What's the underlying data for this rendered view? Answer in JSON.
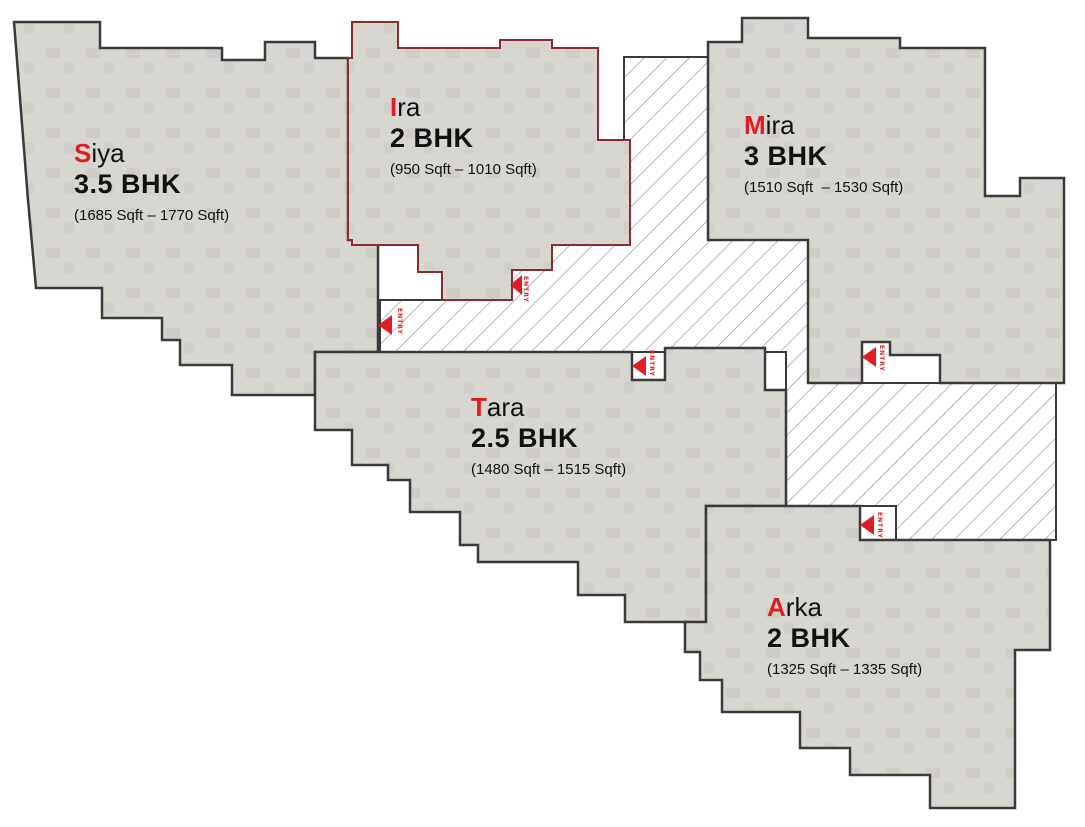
{
  "colors": {
    "background": "#ffffff",
    "plan_fill": "#d9d7d1",
    "outline": "#3a3a3a",
    "unit_border": "#8a2a33",
    "accent": "#e11d24",
    "corridor_hatch": "#7a7a7a"
  },
  "entry_label": "ENTRY",
  "units": [
    {
      "id": "siya",
      "initial": "S",
      "rest": "iya",
      "type": "3.5 BHK",
      "area": "(1685 Sqft – 1770 Sqft)"
    },
    {
      "id": "ira",
      "initial": "I",
      "rest": "ra",
      "type": "2 BHK",
      "area": "(950 Sqft – 1010 Sqft)"
    },
    {
      "id": "mira",
      "initial": "M",
      "rest": "ira",
      "type": "3 BHK",
      "area": "(1510 Sqft  – 1530 Sqft)"
    },
    {
      "id": "tara",
      "initial": "T",
      "rest": "ara",
      "type": "2.5 BHK",
      "area": "(1480 Sqft – 1515 Sqft)"
    },
    {
      "id": "arka",
      "initial": "A",
      "rest": "rka",
      "type": "2 BHK",
      "area": "(1325 Sqft – 1335 Sqft)"
    }
  ]
}
